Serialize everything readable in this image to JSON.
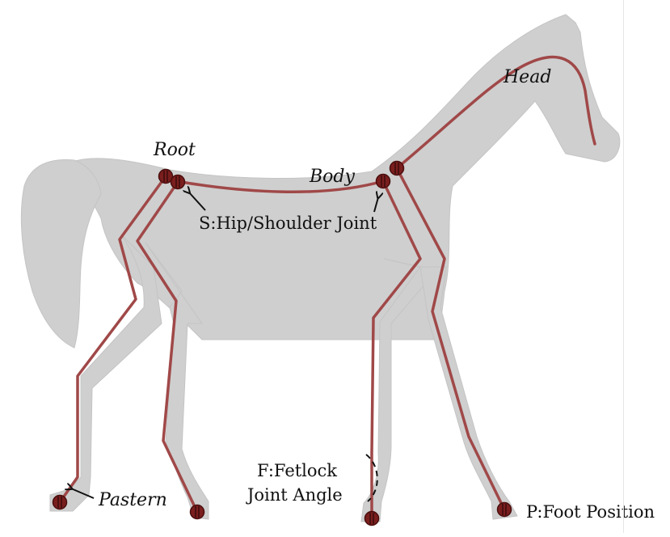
{
  "colors": {
    "silhouette": "#cfcfcf",
    "skeleton": "#a04848",
    "joint_fill": "#7a1e1e",
    "joint_stroke": "#4a0e0e",
    "text": "#111111"
  },
  "labels": {
    "root": "Root",
    "body": "Body",
    "head": "Head",
    "hip_shoulder_joint": "S:Hip/Shoulder Joint",
    "fetlock_line1": "F:Fetlock",
    "fetlock_line2": "Joint Angle",
    "pastern": "Pastern",
    "foot_position": "P:Foot Position"
  }
}
